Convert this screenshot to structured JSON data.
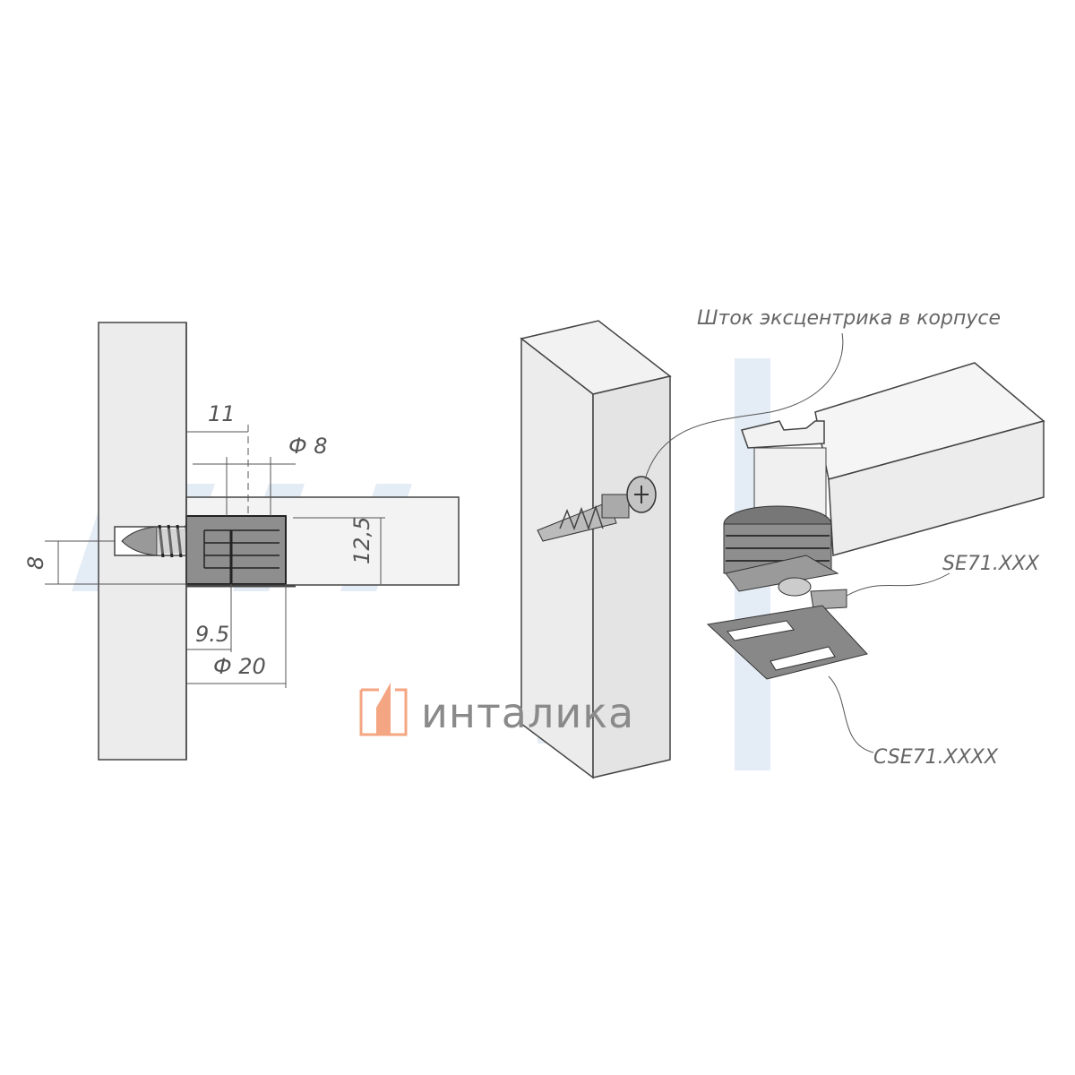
{
  "left_drawing": {
    "dimensions": {
      "d11": "11",
      "d_phi8": "Ф 8",
      "d12_5": "12,5",
      "d8": "8",
      "d9_5": "9.5",
      "d_phi20": "Ф 20"
    }
  },
  "right_drawing": {
    "labels": {
      "stem": "Шток эксцентрика в корпусе",
      "housing": "SE71.XXX",
      "plate": "CSE71.XXXX"
    }
  },
  "logo": {
    "text": "инталика",
    "mark_color": "#f4a582"
  },
  "colors": {
    "wood": "#ececec",
    "part": "#8e8e8e",
    "watermark": "#dbe6f2"
  }
}
